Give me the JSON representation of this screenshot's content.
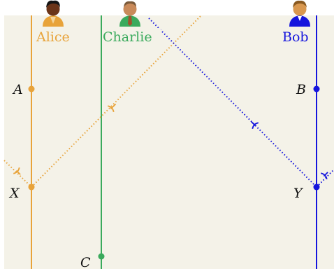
{
  "colors": {
    "background": "#f4f2e8",
    "alice": "#e8a33a",
    "charlie": "#3aaa5c",
    "bob": "#1515dd",
    "label": "#111111"
  },
  "observers": [
    {
      "id": "alice",
      "name": "Alice",
      "icon": "person-avatar-icon",
      "color": "#e8a33a"
    },
    {
      "id": "charlie",
      "name": "Charlie",
      "icon": "person-avatar-icon",
      "color": "#3aaa5c"
    },
    {
      "id": "bob",
      "name": "Bob",
      "icon": "person-avatar-icon",
      "color": "#1515dd"
    }
  ],
  "events": [
    {
      "id": "A",
      "label": "A"
    },
    {
      "id": "B",
      "label": "B"
    },
    {
      "id": "X",
      "label": "X"
    },
    {
      "id": "Y",
      "label": "Y"
    },
    {
      "id": "C",
      "label": "C"
    }
  ],
  "signals": [
    {
      "id": "alice-signal",
      "color": "#e8a33a",
      "style": "dotted",
      "arrow": "arrowhead-icon"
    },
    {
      "id": "bob-signal",
      "color": "#1515dd",
      "style": "dotted",
      "arrow": "arrowhead-icon"
    }
  ]
}
